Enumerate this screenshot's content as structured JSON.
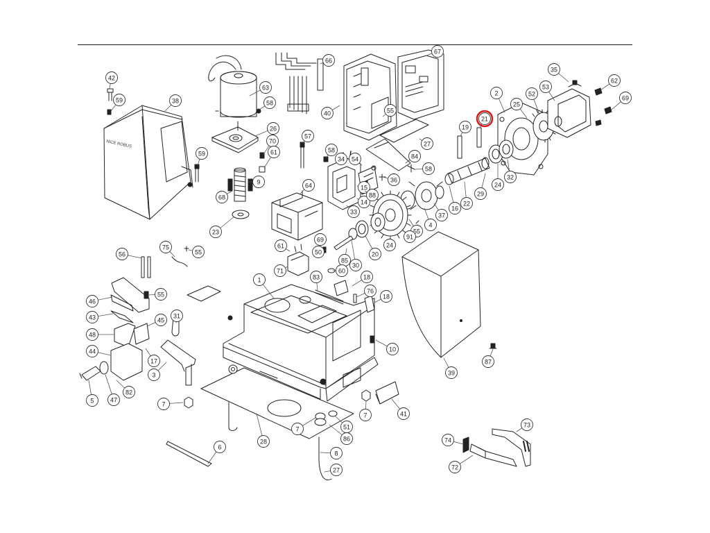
{
  "diagram": {
    "cover_text": "NICE ROBUS",
    "highlight_color": "#d81a1a",
    "highlighted_part": "21",
    "callouts": [
      "1",
      "2",
      "3",
      "4",
      "5",
      "6",
      "7",
      "8",
      "9",
      "10",
      "14",
      "15",
      "16",
      "17",
      "18",
      "19",
      "20",
      "21",
      "22",
      "23",
      "24",
      "25",
      "26",
      "27",
      "28",
      "29",
      "30",
      "31",
      "32",
      "33",
      "34",
      "35",
      "36",
      "37",
      "38",
      "39",
      "40",
      "41",
      "42",
      "43",
      "44",
      "45",
      "46",
      "47",
      "48",
      "50",
      "51",
      "52",
      "53",
      "54",
      "55",
      "56",
      "57",
      "58",
      "59",
      "60",
      "61",
      "62",
      "63",
      "64",
      "65",
      "66",
      "67",
      "68",
      "69",
      "70",
      "71",
      "72",
      "73",
      "74",
      "75",
      "76",
      "82",
      "83",
      "84",
      "85",
      "86",
      "87",
      "88",
      "91"
    ]
  }
}
